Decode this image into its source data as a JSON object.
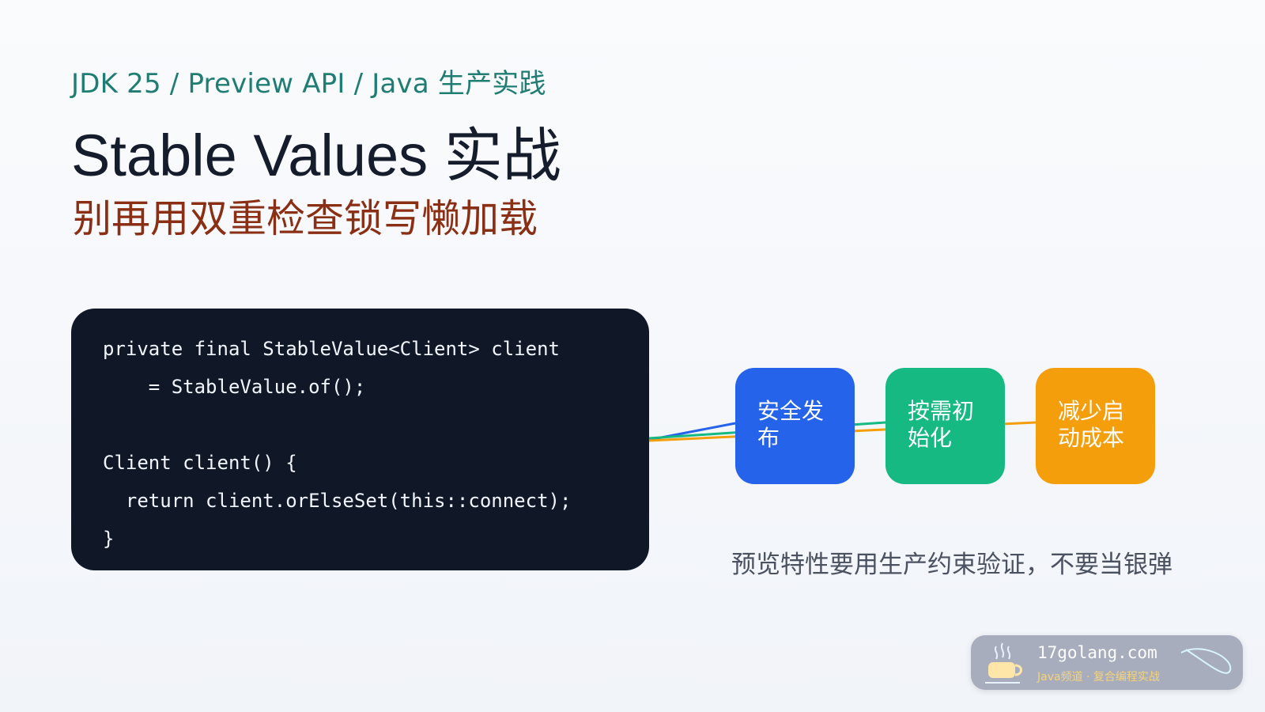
{
  "header": {
    "eyebrow": "JDK 25 / Preview API / Java 生产实践",
    "title": "Stable Values 实战",
    "subtitle": "别再用双重检查锁写懒加载"
  },
  "code": {
    "lines": [
      "private final StableValue<Client> client",
      "    = StableValue.of();",
      "",
      "Client client() {",
      "  return client.orElseSet(this::connect);",
      "}"
    ]
  },
  "steps": [
    {
      "label": "安全发布",
      "color": "#2563eb"
    },
    {
      "label": "按需初始化",
      "color": "#15b981"
    },
    {
      "label": "减少启动成本",
      "color": "#f59e0b"
    }
  ],
  "connector_colors": [
    "#2563eb",
    "#15b981",
    "#f59e0b"
  ],
  "caption": "预览特性要用生产约束验证，不要当银弹",
  "watermark": {
    "domain": "17golang.com",
    "tagline": "Java频道 · 复合编程实战"
  }
}
